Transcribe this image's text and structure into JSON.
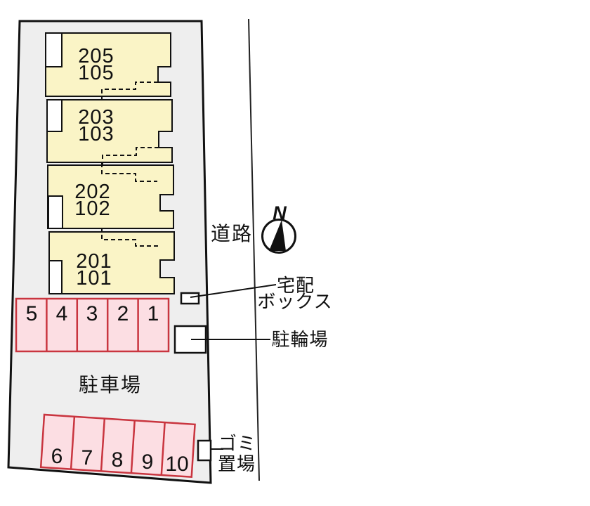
{
  "labels": {
    "road": "道路",
    "parking_lot": "駐車場",
    "delivery_box_line1": "宅配",
    "delivery_box_line2": "ボックス",
    "bicycle_parking": "駐輪場",
    "garbage_area_line1": "ゴミ",
    "garbage_area_line2": "置場",
    "compass_north": "N"
  },
  "building": {
    "units": [
      {
        "upper": "205",
        "lower": "105"
      },
      {
        "upper": "203",
        "lower": "103"
      },
      {
        "upper": "202",
        "lower": "102"
      },
      {
        "upper": "201",
        "lower": "101"
      }
    ]
  },
  "parking": {
    "row_top_spaces": [
      "5",
      "4",
      "3",
      "2",
      "1"
    ],
    "row_bottom_spaces": [
      "6",
      "7",
      "8",
      "9",
      "10"
    ]
  },
  "colors": {
    "site_fill": "#eeeeee",
    "unit_fill": "#faf4c6",
    "parking_fill": "#fcdee3",
    "parking_stroke": "#c9353f",
    "line_color": "#111111"
  }
}
